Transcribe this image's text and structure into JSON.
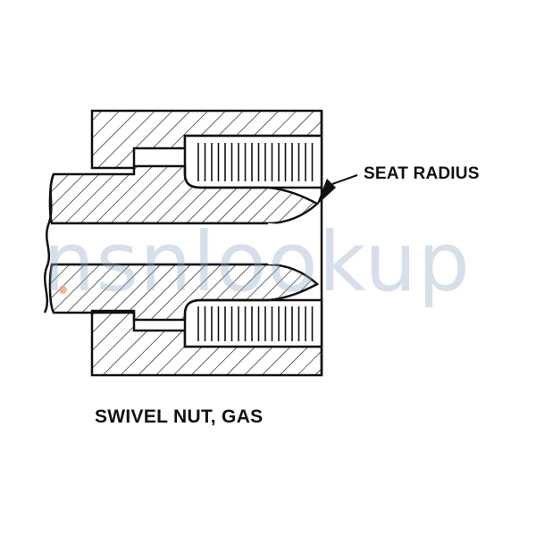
{
  "figure": {
    "callout": "SEAT RADIUS",
    "caption": "SWIVEL NUT, GAS"
  },
  "watermark": {
    "text": "nsnlookup"
  },
  "colors": {
    "line": "#111111",
    "watermark": "#96acc8",
    "watermark_dot": "#f0966e"
  }
}
